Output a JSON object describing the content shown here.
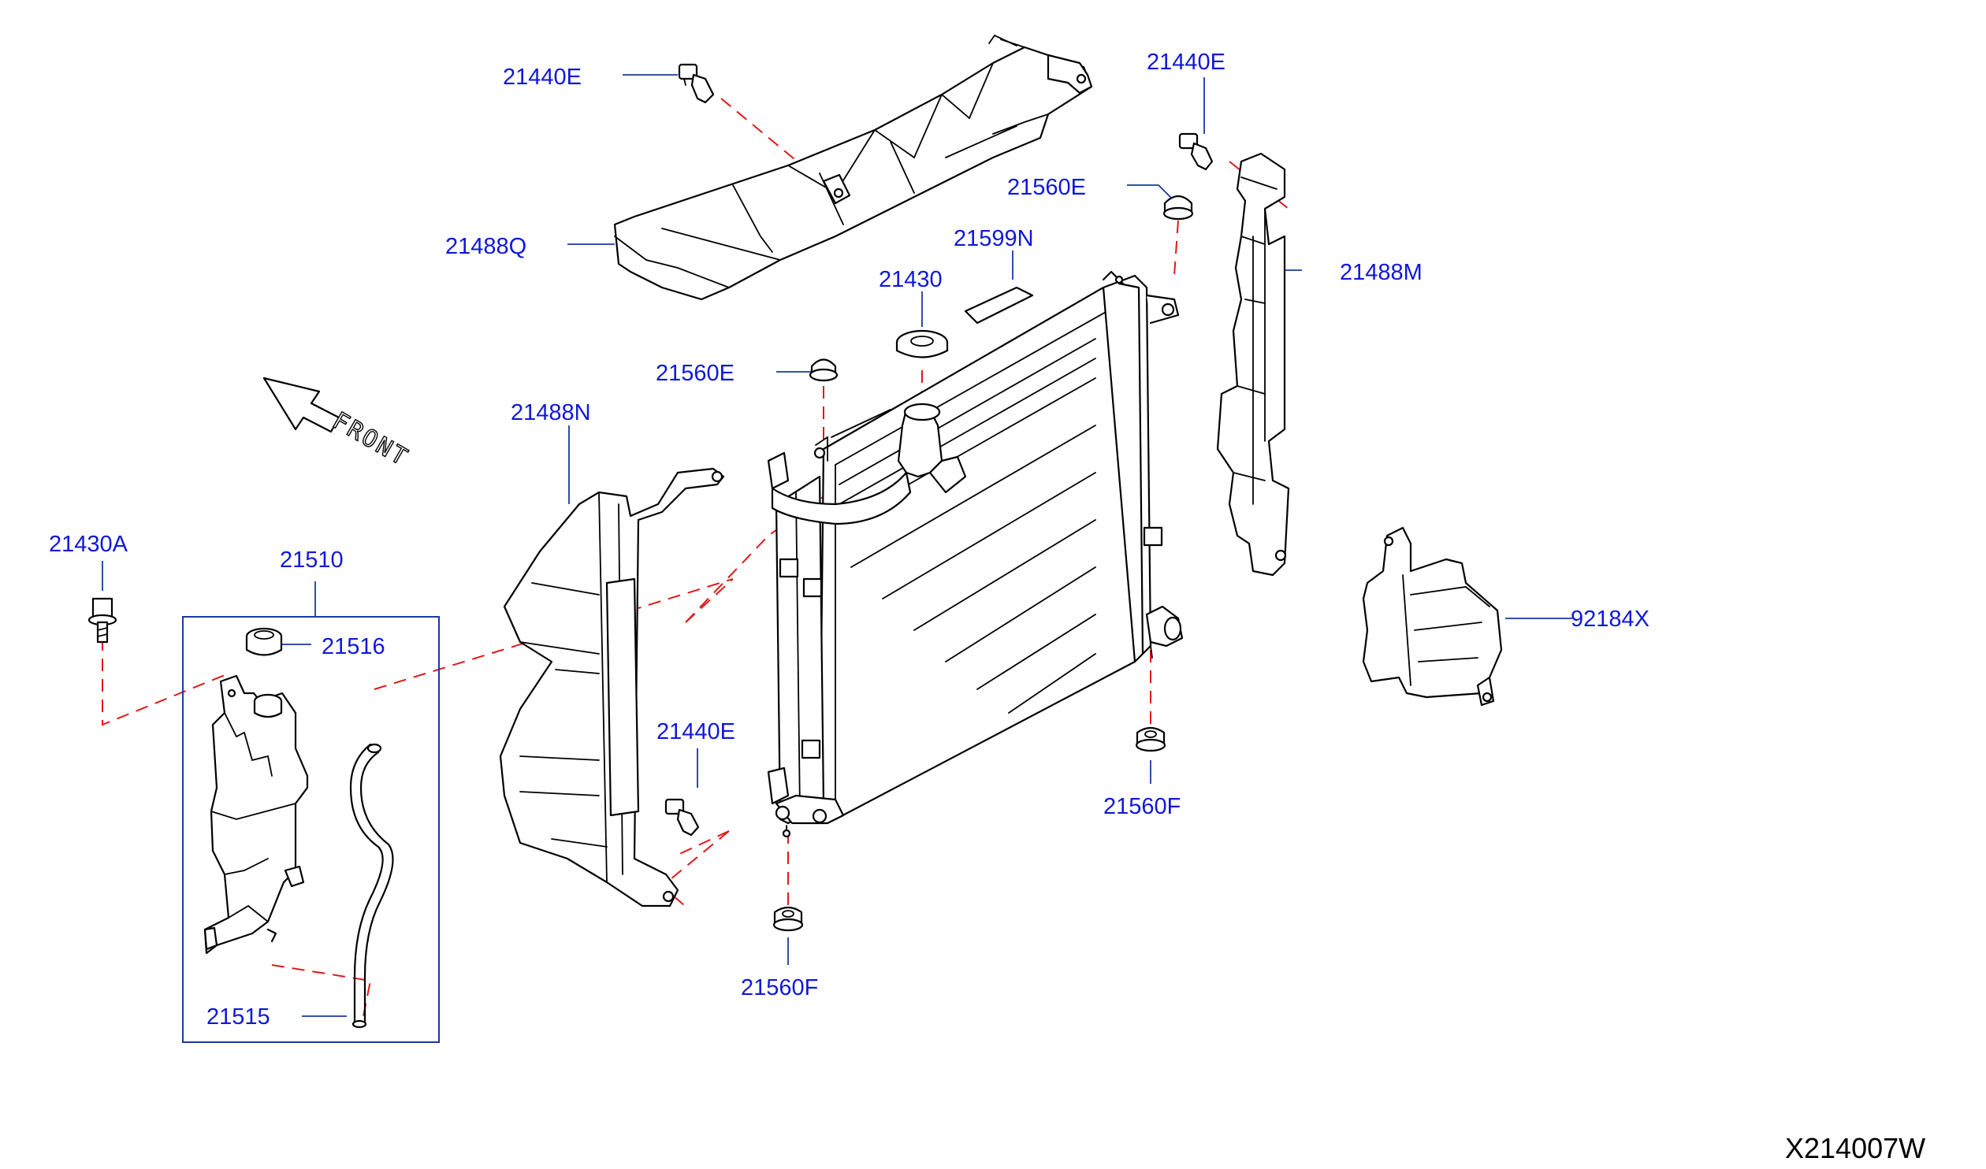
{
  "callouts": {
    "c21440e_top": "21440E",
    "c21440e_right": "21440E",
    "c21440e_mid": "21440E",
    "c21488q": "21488Q",
    "c21560e_top": "21560E",
    "c21560e_left": "21560E",
    "c21599n": "21599N",
    "c21430": "21430",
    "c21488m": "21488M",
    "c21488n": "21488N",
    "c21430a": "21430A",
    "c21510": "21510",
    "c21516": "21516",
    "c21515": "21515",
    "c92184x": "92184X",
    "c21560f_right": "21560F",
    "c21560f_bottom": "21560F"
  },
  "front_arrow_label": "FRONT",
  "drawing_reference": "X214007W",
  "colors": {
    "callout_text": "#1018d8",
    "leader_line": "#1a3a9e",
    "dashed_guide": "#e01818",
    "line_art": "#000000",
    "background": "#ffffff"
  }
}
